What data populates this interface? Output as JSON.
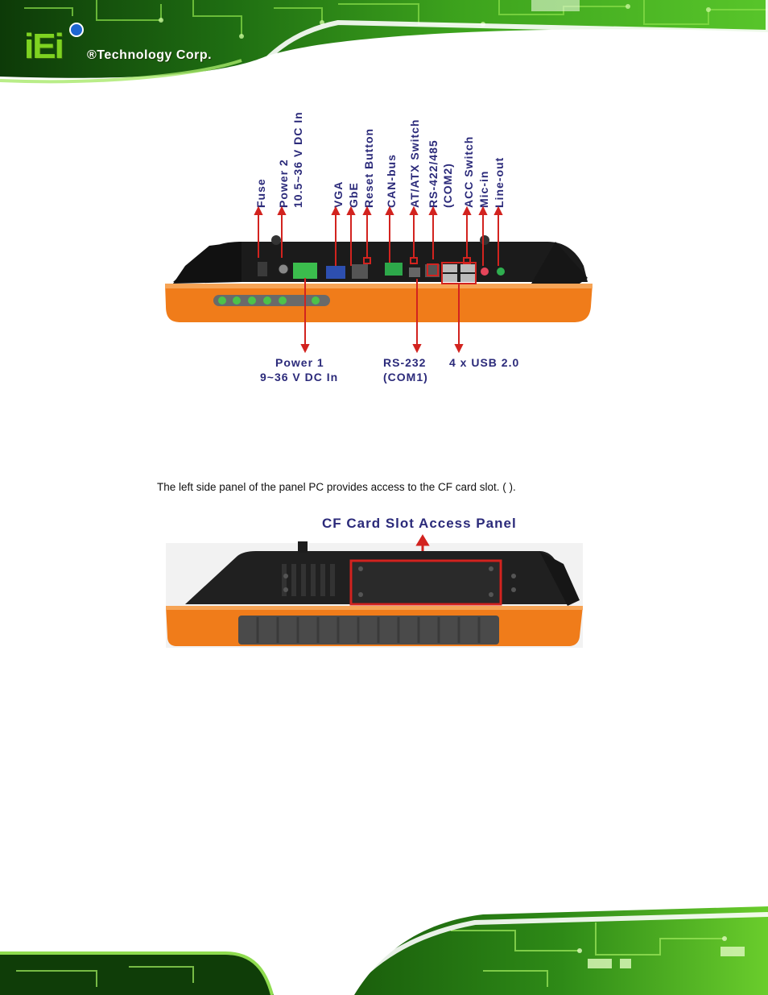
{
  "header": {
    "logo_letters": "iEi",
    "company": "®Technology Corp."
  },
  "figure1": {
    "top_labels": [
      {
        "id": "fuse",
        "text": "Fuse"
      },
      {
        "id": "power2",
        "line1": "Power 2",
        "line2": "10.5~36 V DC In"
      },
      {
        "id": "vga",
        "text": "VGA"
      },
      {
        "id": "gbe",
        "text": "GbE"
      },
      {
        "id": "reset",
        "text": "Reset Button"
      },
      {
        "id": "canbus",
        "text": "CAN-bus"
      },
      {
        "id": "atatx",
        "text": "AT/ATX Switch"
      },
      {
        "id": "rs422",
        "line1": "RS-422/485",
        "line2": "(COM2)"
      },
      {
        "id": "acc",
        "text": "ACC Switch"
      },
      {
        "id": "micin",
        "text": "Mic-in"
      },
      {
        "id": "lineout",
        "text": "Line-out"
      }
    ],
    "bottom_labels": {
      "power1_line1": "Power 1",
      "power1_line2": "9~36 V DC In",
      "rs232_line1": "RS-232",
      "rs232_line2": "(COM1)",
      "usb": "4 x USB 2.0"
    }
  },
  "body_text": "The left side panel of the panel PC provides access to the CF card slot. (                 ).",
  "figure2": {
    "title": "CF Card Slot Access Panel"
  },
  "colors": {
    "accent_green": "#7ed321",
    "label_navy": "#2b2a7a",
    "arrow_red": "#d2231f",
    "chassis_orange": "#f07c1a"
  }
}
